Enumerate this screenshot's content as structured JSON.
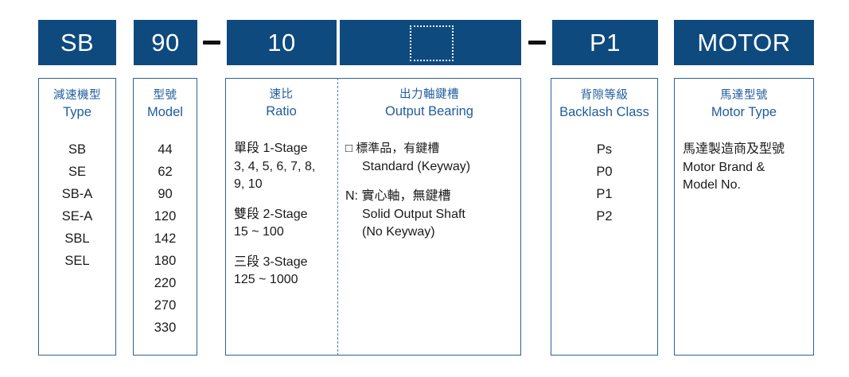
{
  "colors": {
    "navy": "#0E4A7E",
    "border_blue": "#2D6196",
    "heading_blue": "#1F5C9E",
    "text_black": "#1a1a1a",
    "white": "#ffffff"
  },
  "header": {
    "boxes": [
      {
        "name": "type-code",
        "value": "SB",
        "blank": false
      },
      {
        "name": "model-code",
        "value": "90",
        "blank": false
      },
      {
        "name": "ratio-code",
        "value": "10",
        "blank": false
      },
      {
        "name": "output-bearing-code",
        "value": "",
        "blank": true
      },
      {
        "name": "backlash-code",
        "value": "P1",
        "blank": false
      },
      {
        "name": "motor-code",
        "value": "MOTOR",
        "blank": false
      }
    ],
    "separators": [
      "–",
      "–"
    ],
    "dashed_slot_label": "empty-option-slot"
  },
  "columns": [
    {
      "id": "type",
      "heading_zh": "減速機型",
      "heading_en": "Type",
      "items": [
        "SB",
        "SE",
        "SB-A",
        "SE-A",
        "SBL",
        "SEL"
      ]
    },
    {
      "id": "model",
      "heading_zh": "型號",
      "heading_en": "Model",
      "items": [
        "44",
        "62",
        "90",
        "120",
        "142",
        "180",
        "220",
        "270",
        "330"
      ]
    },
    {
      "id": "ratio",
      "heading_zh": "速比",
      "heading_en": "Ratio",
      "lines": [
        "單段 1-Stage",
        "3, 4, 5, 6, 7, 8,",
        "9, 10",
        "",
        "雙段 2-Stage",
        "15 ~ 100",
        "",
        "三段 3-Stage",
        "125 ~ 1000"
      ]
    },
    {
      "id": "output-bearing",
      "heading_zh": "出力軸鍵槽",
      "heading_en": "Output Bearing",
      "lines": [
        "□ 標準品，有鍵槽",
        "Standard (Keyway)",
        "",
        "N: 實心軸，無鍵槽",
        "Solid Output Shaft",
        "(No Keyway)"
      ]
    },
    {
      "id": "backlash-class",
      "heading_zh": "背隙等級",
      "heading_en": "Backlash Class",
      "items": [
        "Ps",
        "P0",
        "P1",
        "P2"
      ]
    },
    {
      "id": "motor-type",
      "heading_zh": "馬達型號",
      "heading_en": "Motor Type",
      "lines": [
        "馬達製造商及型號",
        "Motor Brand &",
        "Model No."
      ]
    }
  ]
}
